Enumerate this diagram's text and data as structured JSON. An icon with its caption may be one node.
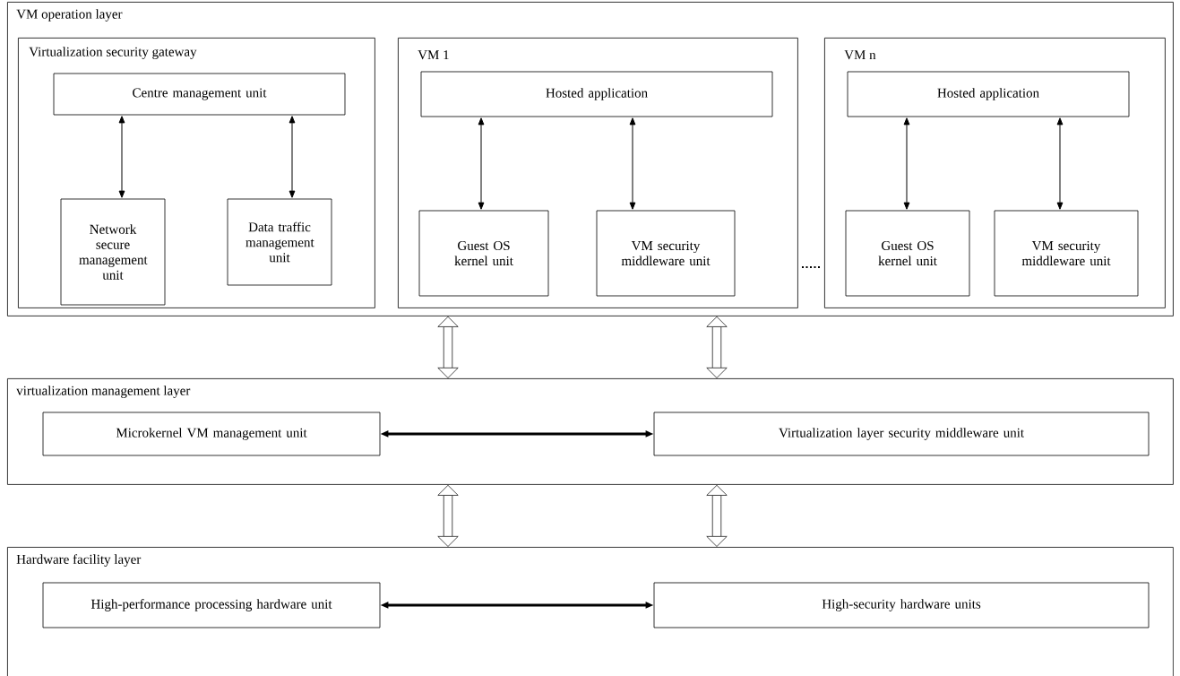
{
  "diagram": {
    "nodes": [
      {
        "text": [
          "VM operation layer"
        ]
      },
      {
        "text": [
          "Virtualization security gateway"
        ],
        "in": 0
      },
      {
        "text": [
          "Centre management unit"
        ],
        "in": 1
      },
      {
        "text": [
          "Network secure management unit"
        ],
        "in": 1
      },
      {
        "text": [
          "Data traffic management unit"
        ],
        "in": 1
      },
      {
        "text": [
          "VM 1"
        ],
        "in": 0
      },
      {
        "text": [
          "Hosted application"
        ],
        "in": 5
      },
      {
        "text": [
          "Guest OS kernel unit"
        ],
        "in": 5
      },
      {
        "text": [
          "VM security middleware unit"
        ],
        "in": 5
      },
      {
        "text": [
          "VM n"
        ],
        "in": 0
      },
      {
        "text": [
          "Hosted application"
        ],
        "in": 9
      },
      {
        "text": [
          "Guest OS kernel unit"
        ],
        "in": 9
      },
      {
        "text": [
          "VM security middleware unit"
        ],
        "in": 9
      },
      {
        "text": [
          "virtualization management layer"
        ]
      },
      {
        "text": [
          "Microkernel VM management unit"
        ],
        "in": 13
      },
      {
        "text": [
          "Virtualization layer security middleware unit"
        ],
        "in": 13
      },
      {
        "text": [
          "Hardware facility layer"
        ]
      },
      {
        "text": [
          "High-performance processing hardware unit"
        ],
        "in": 16
      },
      {
        "text": [
          "High-security hardware units"
        ],
        "in": 16
      }
    ],
    "edges": [
      {
        "from": 2,
        "to": 3,
        "arrow": "both"
      },
      {
        "from": 2,
        "to": 4,
        "arrow": "both"
      },
      {
        "from": 6,
        "to": 7,
        "arrow": "both"
      },
      {
        "from": 6,
        "to": 8,
        "arrow": "both"
      },
      {
        "from": 10,
        "to": 11,
        "arrow": "both"
      },
      {
        "from": 10,
        "to": 12,
        "arrow": "both"
      },
      {
        "from": 14,
        "to": 15,
        "arrow": "both",
        "style": "thick"
      },
      {
        "from": 0,
        "to": 13,
        "arrow": "both",
        "style": "thick"
      },
      {
        "from": 0,
        "to": 13,
        "arrow": "both",
        "style": "thick"
      },
      {
        "from": 13,
        "to": 16,
        "arrow": "both",
        "style": "thick"
      },
      {
        "from": 13,
        "to": 16,
        "arrow": "both",
        "style": "thick"
      },
      {
        "from": 17,
        "to": 18,
        "arrow": "both",
        "style": "thick"
      }
    ]
  }
}
